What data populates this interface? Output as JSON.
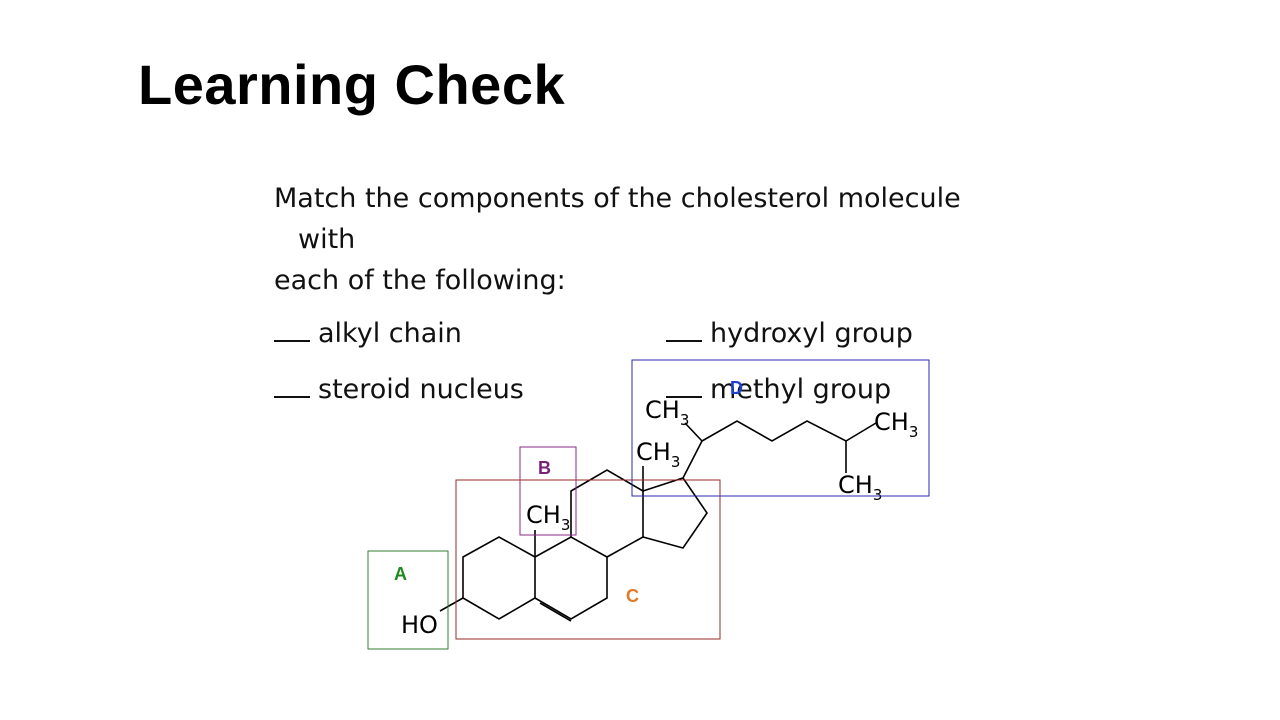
{
  "slide": {
    "title": "Learning Check",
    "instructions": {
      "line1": "Match the components of the cholesterol molecule",
      "line2": "with",
      "line3": "each of the following:"
    },
    "items": [
      {
        "label": "alkyl chain"
      },
      {
        "label": "hydroxyl group"
      },
      {
        "label": "steroid nucleus"
      },
      {
        "label": "methyl group"
      }
    ]
  },
  "diagram": {
    "groups": [
      {
        "letter": "A",
        "color": "#1e8a1e"
      },
      {
        "letter": "B",
        "color": "#7a1f7a"
      },
      {
        "letter": "C",
        "color": "#e07b2b"
      },
      {
        "letter": "D",
        "color": "#1f3fd0"
      }
    ],
    "box_colors": {
      "A": "#2f7d2f",
      "B": "#8b2a8b",
      "C": "#9b2a2a",
      "D": "#2a2ab0"
    },
    "atoms": {
      "ho": "HO",
      "ch": "CH",
      "sub": "3"
    }
  }
}
